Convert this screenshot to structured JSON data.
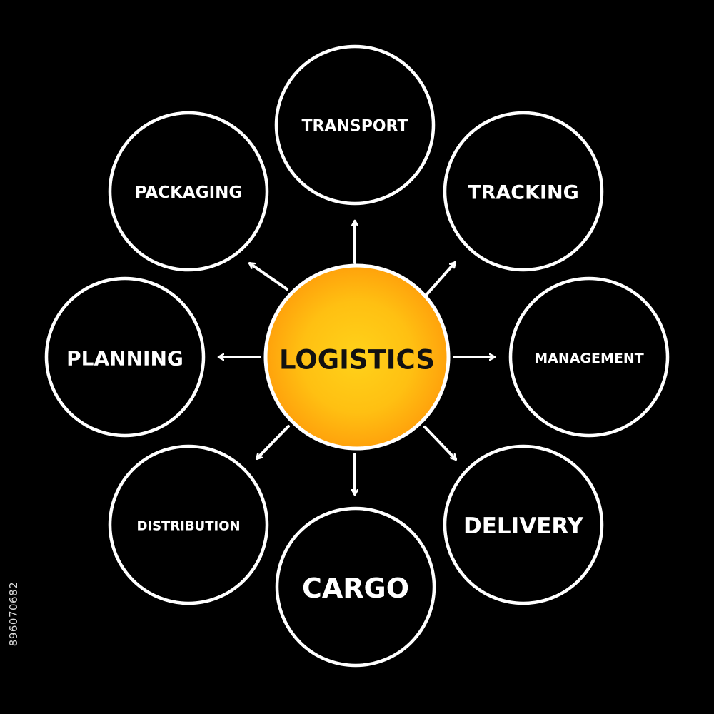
{
  "hub": {
    "label": "LOGISTICS"
  },
  "nodes": [
    {
      "id": "transport",
      "label": "TRANSPORT"
    },
    {
      "id": "tracking",
      "label": "TRACKING"
    },
    {
      "id": "management",
      "label": "MANAGEMENT"
    },
    {
      "id": "delivery",
      "label": "DELIVERY"
    },
    {
      "id": "cargo",
      "label": "CARGO"
    },
    {
      "id": "distribution",
      "label": "DISTRIBUTION"
    },
    {
      "id": "planning",
      "label": "PLANNING"
    },
    {
      "id": "packaging",
      "label": "PACKAGING"
    }
  ],
  "stock_id": "896070682",
  "colors": {
    "background": "#000000",
    "ring": "#ffffff",
    "hub_center": "#ffd21a",
    "hub_edge": "#ff9a0a",
    "hub_text": "#111111",
    "node_text": "#ffffff"
  }
}
